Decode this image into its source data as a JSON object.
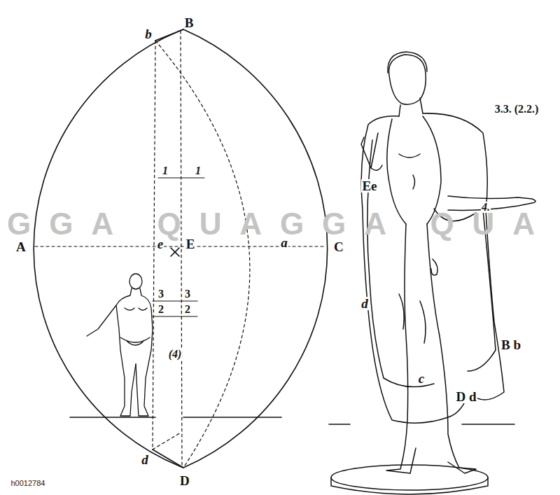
{
  "diagram": {
    "labels": [
      "b",
      "B",
      "1",
      "1",
      "A",
      "e",
      "E",
      "a",
      "C",
      "3",
      "3",
      "2",
      "2",
      "(4)",
      "d",
      "D",
      "3.3. (2.2.)",
      "Ee",
      "4.",
      "d",
      "B b",
      "c",
      "D d",
      "GGA QUAGGA QUA",
      "h0012784"
    ]
  }
}
